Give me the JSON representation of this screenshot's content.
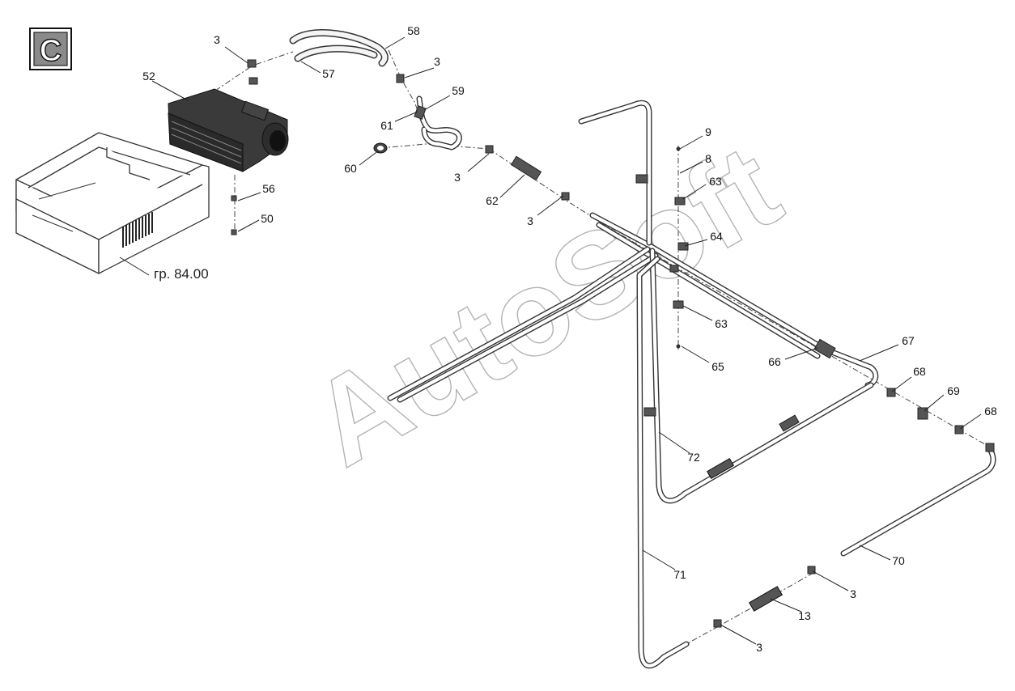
{
  "section_badge": "C",
  "watermark": "AutoSoft",
  "reference": "гр. 84.00",
  "callouts": {
    "c3a": "3",
    "c58": "58",
    "c52": "52",
    "c57": "57",
    "c3b": "3",
    "c59": "59",
    "c61": "61",
    "c60": "60",
    "c3c": "3",
    "c62": "62",
    "c3d": "3",
    "c56": "56",
    "c50": "50",
    "c9": "9",
    "c8": "8",
    "c63a": "63",
    "c64": "64",
    "c63b": "63",
    "c65": "65",
    "c66": "66",
    "c67": "67",
    "c68a": "68",
    "c69": "69",
    "c68b": "68",
    "c72": "72",
    "c71": "71",
    "c70": "70",
    "c3e": "3",
    "c13": "13",
    "c3f": "3"
  }
}
